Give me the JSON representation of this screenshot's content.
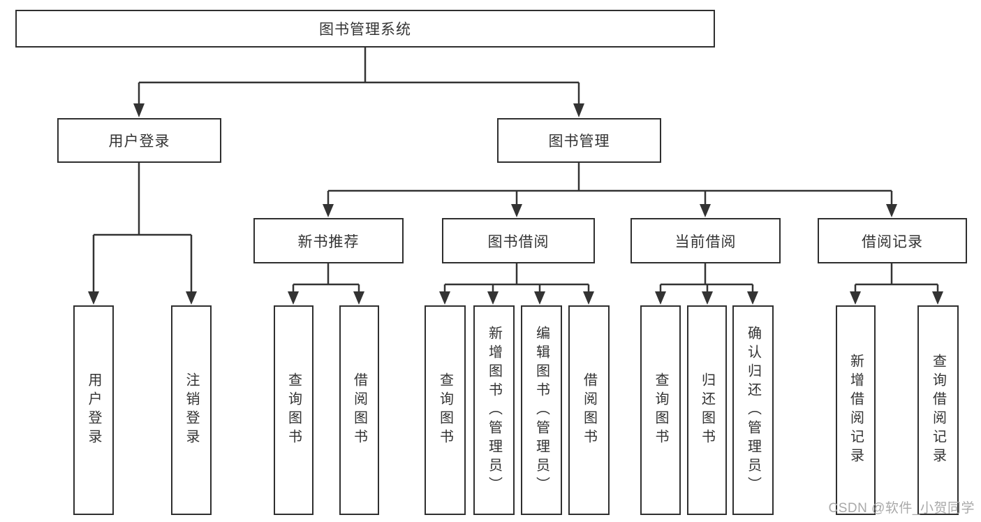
{
  "tree": {
    "label": "图书管理系统",
    "children": [
      {
        "label": "用户登录",
        "children": [
          {
            "label": "用户登录"
          },
          {
            "label": "注销登录"
          }
        ]
      },
      {
        "label": "图书管理",
        "children": [
          {
            "label": "新书推荐",
            "children": [
              {
                "label": "查询图书"
              },
              {
                "label": "借阅图书"
              }
            ]
          },
          {
            "label": "图书借阅",
            "children": [
              {
                "label": "查询图书"
              },
              {
                "label": "新增图书（管理员）"
              },
              {
                "label": "编辑图书（管理员）"
              },
              {
                "label": "借阅图书"
              }
            ]
          },
          {
            "label": "当前借阅",
            "children": [
              {
                "label": "查询图书"
              },
              {
                "label": "归还图书"
              },
              {
                "label": "确认归还（管理员）"
              }
            ]
          },
          {
            "label": "借阅记录",
            "children": [
              {
                "label": "新增借阅记录"
              },
              {
                "label": "查询借阅记录"
              }
            ]
          }
        ]
      }
    ]
  },
  "watermark": {
    "text": "CSDN @软件_小贺同学"
  },
  "colors": {
    "line": "#2f2f2f",
    "text": "#333333",
    "background": "#ffffff",
    "watermark": "#a9a9a9"
  }
}
